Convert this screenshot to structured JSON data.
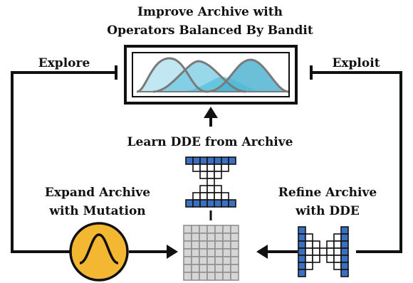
{
  "title": {
    "line1": "Improve Archive with",
    "line2": "Operators Balanced By Bandit"
  },
  "labels": {
    "explore": "Explore",
    "exploit": "Exploit",
    "learn": "Learn DDE from Archive",
    "expand_line1": "Expand Archive",
    "expand_line2": "with Mutation",
    "refine_line1": "Refine Archive",
    "refine_line2": "with DDE"
  },
  "icons": {
    "bandit": "overlapping-gaussian-curves-icon",
    "mutation": "gaussian-bell-icon",
    "archive": "grid-archive-icon",
    "dde": "hourglass-network-icon"
  },
  "colors": {
    "line": "#111111",
    "curve_light": "#b6e3f0",
    "curve_mid": "#62c3de",
    "curve_dark": "#3aa9cb",
    "curve_stroke": "#7a7a7a",
    "mutation_fill": "#f4b731",
    "network_blue": "#3a6fc2",
    "grid_fill": "#d6d6d6",
    "grid_stroke": "#8f8f8f"
  }
}
